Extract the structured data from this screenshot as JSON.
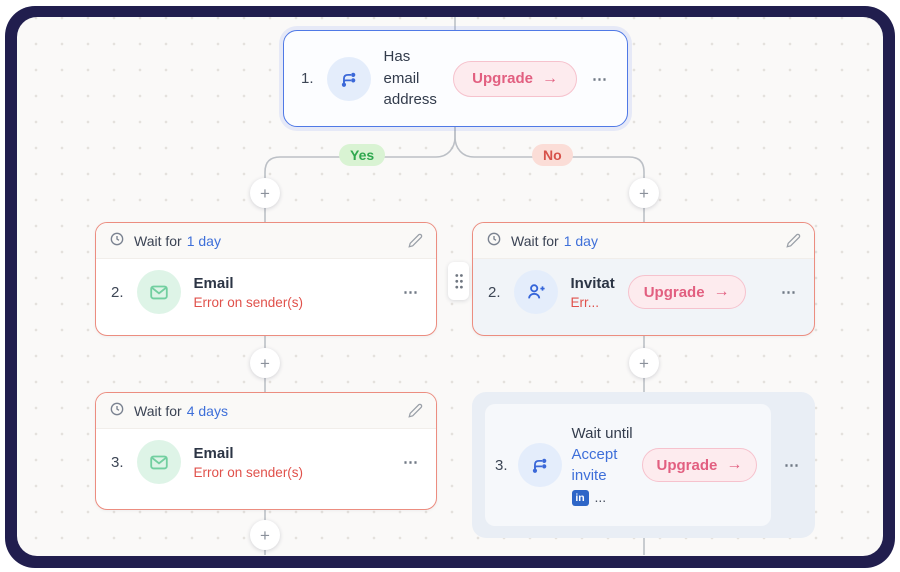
{
  "ui": {
    "upgrade_label": "Upgrade",
    "arrow": "→",
    "ellipsis": "⋯",
    "plus": "+"
  },
  "branches": {
    "yes": "Yes",
    "no": "No"
  },
  "steps": {
    "condition": {
      "number": "1.",
      "title": "Has email address"
    },
    "email_step_2": {
      "wait_label": "Wait for",
      "wait_value": "1 day",
      "number": "2.",
      "title": "Email",
      "subtitle": "Error on sender(s)"
    },
    "invite_step_2": {
      "wait_label": "Wait for",
      "wait_value": "1 day",
      "number": "2.",
      "title": "Invitat",
      "subtitle": "Err..."
    },
    "email_step_3": {
      "wait_label": "Wait for",
      "wait_value": "4 days",
      "number": "3.",
      "title": "Email",
      "subtitle": "Error on sender(s)"
    },
    "wait_until_step_3": {
      "number": "3.",
      "title": "Wait until",
      "link_text": "Accept invite",
      "linkedin_badge": "in",
      "truncation": "..."
    }
  },
  "colors": {
    "frame": "#211e4e",
    "canvas_bg": "#faf9f8",
    "condition_border": "#5079e6",
    "error_border": "#ec8d80",
    "error_text": "#e0514b",
    "link_blue": "#3e6fd9",
    "upgrade_pink": "#e25f80",
    "yes_green": "#2fa84e",
    "no_red": "#d7514a",
    "linkedin_blue": "#2e66c7"
  }
}
